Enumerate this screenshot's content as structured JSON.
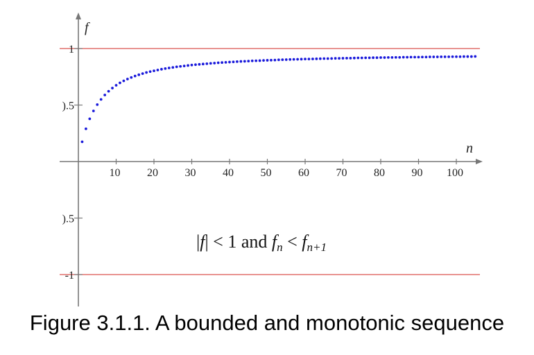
{
  "caption": "Figure 3.1.1. A bounded and monotonic sequence",
  "chart_data": {
    "type": "scatter",
    "x_axis_name": "n",
    "y_axis_name": "f",
    "annotation": {
      "abs_open": "|",
      "f": "f",
      "abs_close": "|",
      "lt1": " < 1 and ",
      "fn": "f",
      "n": "n",
      "lt2": " < ",
      "fn1": "f",
      "n1": "n+1"
    },
    "xlim": [
      0,
      105
    ],
    "ylim": [
      -1.25,
      1.3
    ],
    "x_ticks": [
      10,
      20,
      30,
      40,
      50,
      60,
      70,
      80,
      90,
      100
    ],
    "x_tick_labels": [
      "10",
      "20",
      "30",
      "40",
      "50",
      "60",
      "70",
      "80",
      "90",
      "100"
    ],
    "y_ticks": [
      1,
      0.5,
      -0.5,
      -1
    ],
    "y_tick_labels": [
      "1",
      ").5",
      ").5",
      "-1"
    ],
    "reference_lines": [
      1,
      -1
    ],
    "reference_line_color": "#d9534f",
    "point_color": "#1a1adb",
    "series": [
      {
        "x": [
          1,
          2,
          3,
          4,
          5,
          6,
          7,
          8,
          9,
          10,
          11,
          12,
          13,
          14,
          15,
          16,
          17,
          18,
          19,
          20,
          21,
          22,
          23,
          24,
          25,
          26,
          27,
          28,
          29,
          30,
          31,
          32,
          33,
          34,
          35,
          36,
          37,
          38,
          39,
          40,
          41,
          42,
          43,
          44,
          45,
          46,
          47,
          48,
          49,
          50,
          51,
          52,
          53,
          54,
          55,
          56,
          57,
          58,
          59,
          60,
          61,
          62,
          63,
          64,
          65,
          66,
          67,
          68,
          69,
          70,
          71,
          72,
          73,
          74,
          75,
          76,
          77,
          78,
          79,
          80,
          81,
          82,
          83,
          84,
          85,
          86,
          87,
          88,
          89,
          90,
          91,
          92,
          93,
          94,
          95,
          96,
          97,
          98,
          99,
          100,
          101,
          102,
          103,
          104,
          105
        ],
        "y": [
          0.175,
          0.29,
          0.378,
          0.448,
          0.504,
          0.55,
          0.589,
          0.622,
          0.65,
          0.675,
          0.696,
          0.714,
          0.73,
          0.744,
          0.757,
          0.768,
          0.778,
          0.788,
          0.796,
          0.803,
          0.81,
          0.817,
          0.823,
          0.828,
          0.833,
          0.838,
          0.842,
          0.846,
          0.85,
          0.854,
          0.857,
          0.86,
          0.863,
          0.866,
          0.869,
          0.871,
          0.874,
          0.876,
          0.878,
          0.88,
          0.882,
          0.884,
          0.886,
          0.887,
          0.889,
          0.891,
          0.892,
          0.893,
          0.895,
          0.896,
          0.897,
          0.898,
          0.9,
          0.901,
          0.902,
          0.903,
          0.904,
          0.905,
          0.906,
          0.907,
          0.907,
          0.908,
          0.909,
          0.91,
          0.911,
          0.911,
          0.912,
          0.913,
          0.913,
          0.914,
          0.915,
          0.915,
          0.916,
          0.917,
          0.917,
          0.918,
          0.918,
          0.919,
          0.919,
          0.92,
          0.92,
          0.921,
          0.921,
          0.922,
          0.922,
          0.923,
          0.923,
          0.924,
          0.924,
          0.924,
          0.925,
          0.925,
          0.926,
          0.926,
          0.926,
          0.927,
          0.927,
          0.927,
          0.928,
          0.928,
          0.928,
          0.929,
          0.929,
          0.929,
          0.93
        ]
      }
    ]
  }
}
